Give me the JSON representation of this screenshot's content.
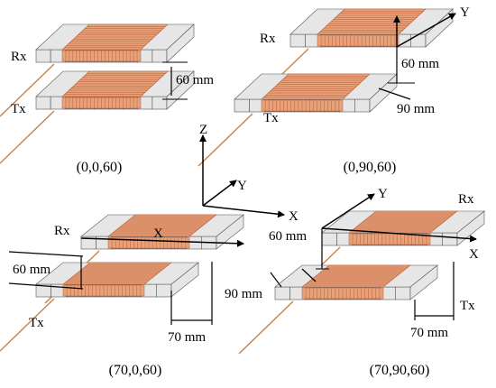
{
  "colors": {
    "copper": "#e8a27a",
    "copper_dark": "#b85c36",
    "ferrite_light": "#e6e6e6",
    "ferrite_dark": "#8c8c8c",
    "lead": "#c9864f",
    "line": "#000000"
  },
  "panels": [
    {
      "caption": "(0,0,60)",
      "rx_label": "Rx",
      "tx_label": "Tx",
      "dims": [
        "60 mm"
      ],
      "axis_x": "",
      "axis_y": ""
    },
    {
      "caption": "(0,90,60)",
      "rx_label": "Rx",
      "tx_label": "Tx",
      "dims": [
        "60 mm",
        "90 mm"
      ],
      "axis_x": "",
      "axis_y": "Y"
    },
    {
      "caption": "(70,0,60)",
      "rx_label": "Rx",
      "tx_label": "Tx",
      "dims": [
        "60 mm",
        "70 mm"
      ],
      "axis_x": "X",
      "axis_y": ""
    },
    {
      "caption": "(70,90,60)",
      "rx_label": "Rx",
      "tx_label": "Tx",
      "dims": [
        "60 mm",
        "90 mm",
        "70 mm"
      ],
      "axis_x": "X",
      "axis_y": "Y"
    }
  ],
  "center_axes": {
    "x": "X",
    "y": "Y",
    "z": "Z"
  }
}
